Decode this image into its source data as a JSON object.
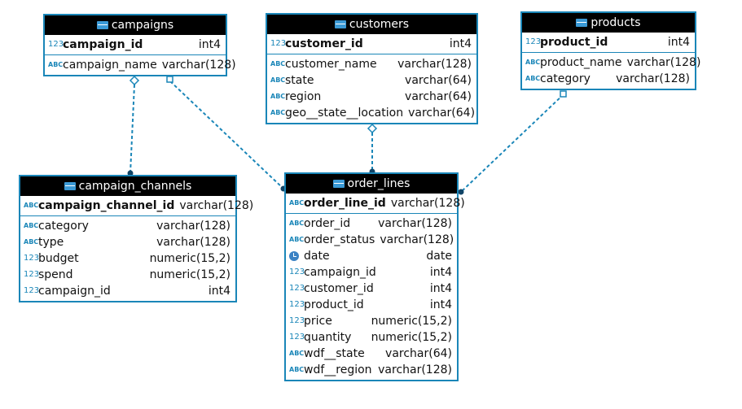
{
  "tables": {
    "campaigns": {
      "name": "campaigns",
      "pk": {
        "icon": "123",
        "name": "campaign_id",
        "type": "int4"
      },
      "columns": [
        {
          "icon": "ABC",
          "name": "campaign_name",
          "type": "varchar(128)"
        }
      ]
    },
    "customers": {
      "name": "customers",
      "pk": {
        "icon": "123",
        "name": "customer_id",
        "type": "int4"
      },
      "columns": [
        {
          "icon": "ABC",
          "name": "customer_name",
          "type": "varchar(128)"
        },
        {
          "icon": "ABC",
          "name": "state",
          "type": "varchar(64)"
        },
        {
          "icon": "ABC",
          "name": "region",
          "type": "varchar(64)"
        },
        {
          "icon": "ABC",
          "name": "geo__state__location",
          "type": "varchar(64)"
        }
      ]
    },
    "products": {
      "name": "products",
      "pk": {
        "icon": "123",
        "name": "product_id",
        "type": "int4"
      },
      "columns": [
        {
          "icon": "ABC",
          "name": "product_name",
          "type": "varchar(128)"
        },
        {
          "icon": "ABC",
          "name": "category",
          "type": "varchar(128)"
        }
      ]
    },
    "campaign_channels": {
      "name": "campaign_channels",
      "pk": {
        "icon": "ABC",
        "name": "campaign_channel_id",
        "type": "varchar(128)"
      },
      "columns": [
        {
          "icon": "ABC",
          "name": "category",
          "type": "varchar(128)"
        },
        {
          "icon": "ABC",
          "name": "type",
          "type": "varchar(128)"
        },
        {
          "icon": "123",
          "name": "budget",
          "type": "numeric(15,2)"
        },
        {
          "icon": "123",
          "name": "spend",
          "type": "numeric(15,2)"
        },
        {
          "icon": "123",
          "name": "campaign_id",
          "type": "int4"
        }
      ]
    },
    "order_lines": {
      "name": "order_lines",
      "pk": {
        "icon": "ABC",
        "name": "order_line_id",
        "type": "varchar(128)"
      },
      "columns": [
        {
          "icon": "ABC",
          "name": "order_id",
          "type": "varchar(128)"
        },
        {
          "icon": "ABC",
          "name": "order_status",
          "type": "varchar(128)"
        },
        {
          "icon": "date",
          "name": "date",
          "type": "date"
        },
        {
          "icon": "123",
          "name": "campaign_id",
          "type": "int4"
        },
        {
          "icon": "123",
          "name": "customer_id",
          "type": "int4"
        },
        {
          "icon": "123",
          "name": "product_id",
          "type": "int4"
        },
        {
          "icon": "123",
          "name": "price",
          "type": "numeric(15,2)"
        },
        {
          "icon": "123",
          "name": "quantity",
          "type": "numeric(15,2)"
        },
        {
          "icon": "ABC",
          "name": "wdf__state",
          "type": "varchar(64)"
        },
        {
          "icon": "ABC",
          "name": "wdf__region",
          "type": "varchar(128)"
        }
      ]
    }
  },
  "colors": {
    "line": "#1a86b8",
    "header_bg": "#000000",
    "border": "#1a86b8"
  }
}
